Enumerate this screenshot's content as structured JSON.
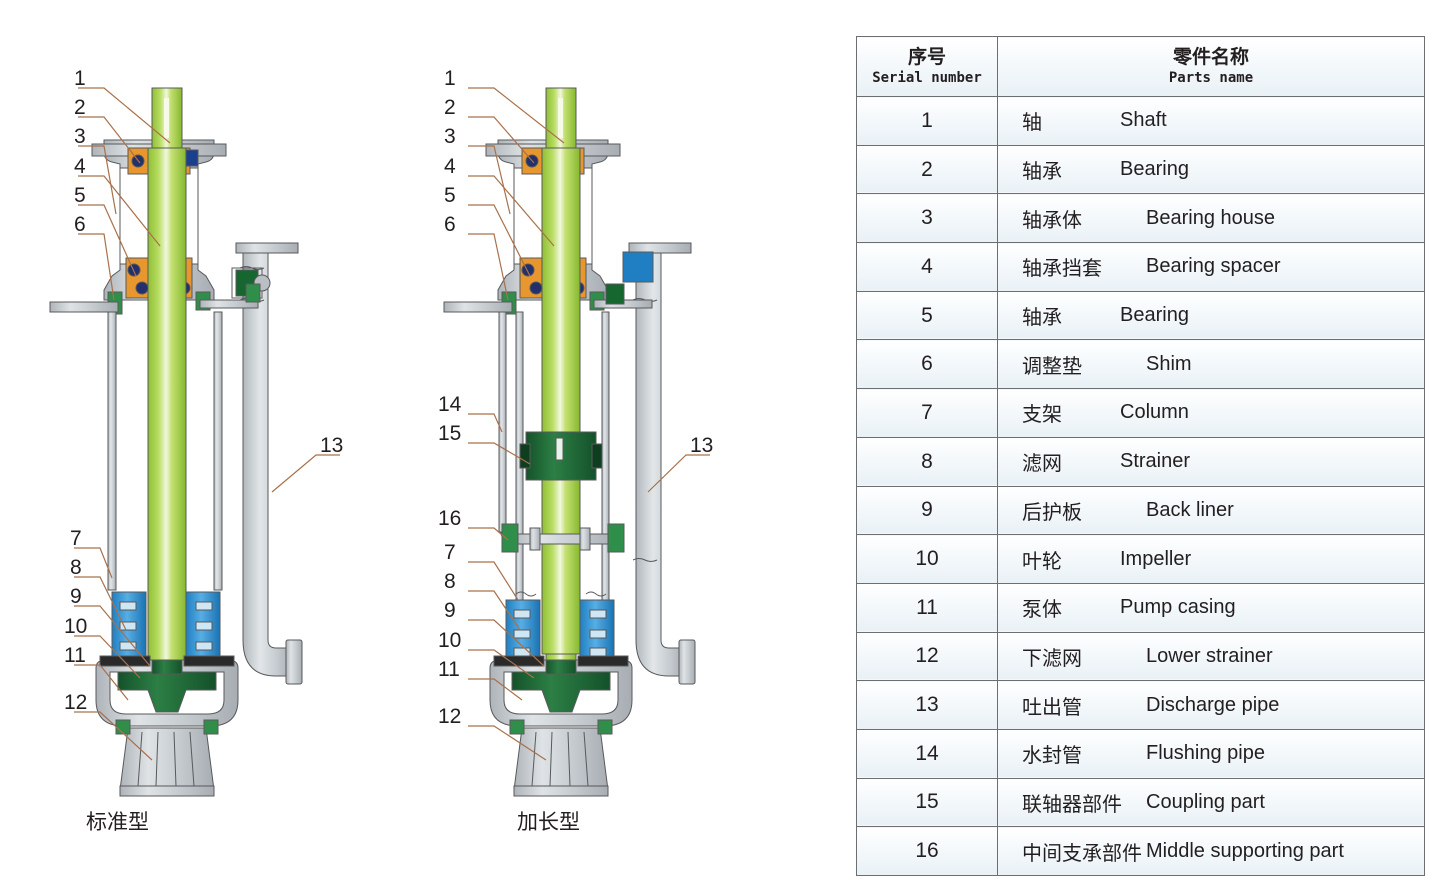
{
  "diagrams": {
    "standard": {
      "caption": "标准型",
      "callouts": [
        "1",
        "2",
        "3",
        "4",
        "5",
        "6",
        "7",
        "8",
        "9",
        "10",
        "11",
        "12",
        "13"
      ]
    },
    "extended": {
      "caption": "加长型",
      "callouts": [
        "1",
        "2",
        "3",
        "4",
        "5",
        "6",
        "14",
        "15",
        "16",
        "7",
        "8",
        "9",
        "10",
        "11",
        "12",
        "13"
      ]
    }
  },
  "table": {
    "header": {
      "serial_cn": "序号",
      "serial_en": "Serial number",
      "parts_cn": "零件名称",
      "parts_en": "Parts name"
    },
    "rows": [
      {
        "no": "1",
        "cn": "轴",
        "en": "Shaft"
      },
      {
        "no": "2",
        "cn": "轴承",
        "en": "Bearing"
      },
      {
        "no": "3",
        "cn": "轴承体",
        "en": "Bearing house"
      },
      {
        "no": "4",
        "cn": "轴承挡套",
        "en": "Bearing spacer"
      },
      {
        "no": "5",
        "cn": "轴承",
        "en": "Bearing"
      },
      {
        "no": "6",
        "cn": "调整垫",
        "en": "Shim"
      },
      {
        "no": "7",
        "cn": "支架",
        "en": "Column"
      },
      {
        "no": "8",
        "cn": "滤网",
        "en": "Strainer"
      },
      {
        "no": "9",
        "cn": "后护板",
        "en": "Back liner"
      },
      {
        "no": "10",
        "cn": "叶轮",
        "en": "Impeller"
      },
      {
        "no": "11",
        "cn": "泵体",
        "en": "Pump casing"
      },
      {
        "no": "12",
        "cn": "下滤网",
        "en": "Lower strainer"
      },
      {
        "no": "13",
        "cn": "吐出管",
        "en": "Discharge pipe"
      },
      {
        "no": "14",
        "cn": "水封管",
        "en": "Flushing pipe"
      },
      {
        "no": "15",
        "cn": "联轴器部件",
        "en": "Coupling part"
      },
      {
        "no": "16",
        "cn": "中间支承部件",
        "en": "Middle supporting part"
      }
    ]
  },
  "colors": {
    "shaft_green": "#a8d04a",
    "casting_gray": "#c9ced2",
    "bearing_orange": "#e8962e",
    "strainer_blue": "#2b8fd4",
    "impeller_green": "#1e6b36",
    "leader_line": "#a9714b",
    "table_border": "#6d6e71"
  }
}
